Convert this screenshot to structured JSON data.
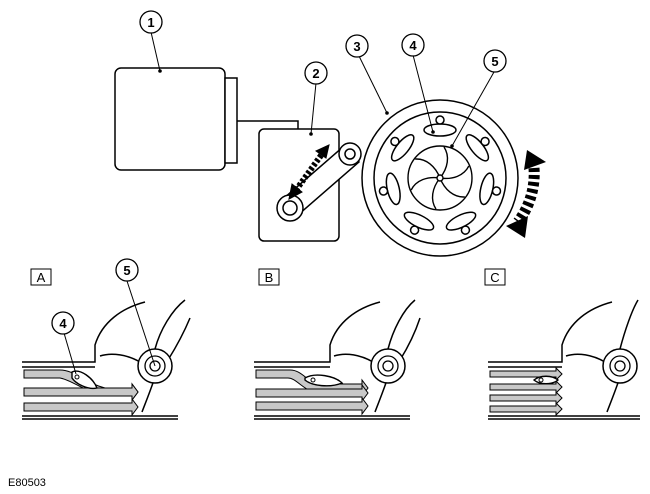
{
  "callouts": {
    "c1": "1",
    "c2": "2",
    "c3": "3",
    "c4": "4",
    "c5": "5",
    "a4": "4",
    "a5": "5"
  },
  "panels": {
    "a": "A",
    "b": "B",
    "c": "C"
  },
  "reference_code": "E80503",
  "colors": {
    "line": "#000000",
    "flow_fill": "#c8c8c8",
    "background": "#ffffff"
  }
}
